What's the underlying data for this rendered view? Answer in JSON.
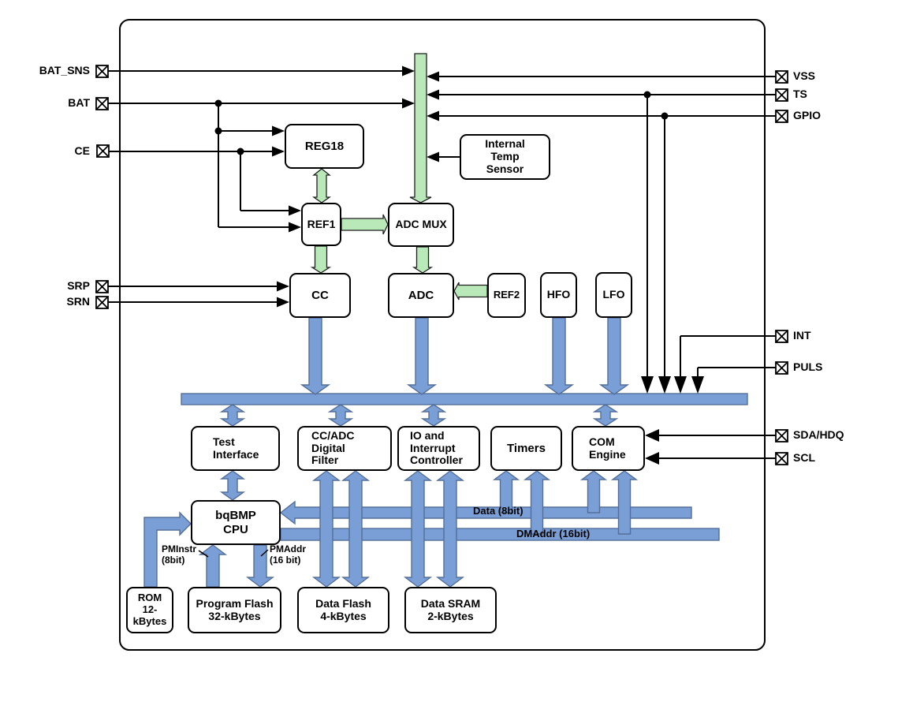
{
  "pins": {
    "left": [
      "BAT_SNS",
      "BAT",
      "CE",
      "SRP",
      "SRN"
    ],
    "right": [
      "VSS",
      "TS",
      "GPIO",
      "INT",
      "PULS",
      "SDA/HDQ",
      "SCL"
    ]
  },
  "blocks": {
    "reg18": "REG18",
    "ref1": "REF1",
    "adc_mux": "ADC MUX",
    "temp_sensor": "Internal\nTemp\nSensor",
    "cc": "CC",
    "adc": "ADC",
    "ref2": "REF2",
    "hfo": "HFO",
    "lfo": "LFO",
    "test_interface": "Test\nInterface",
    "cc_adc_filter": "CC/ADC\nDigital\nFilter",
    "io_interrupt": "IO and\nInterrupt\nController",
    "timers": "Timers",
    "com_engine": "COM\nEngine",
    "cpu": "bqBMP\nCPU",
    "rom": "ROM\n12-\nkBytes",
    "program_flash": "Program Flash\n32-kBytes",
    "data_flash": "Data Flash\n4-kBytes",
    "data_sram": "Data SRAM\n2-kBytes"
  },
  "bus_labels": {
    "data": "Data (8bit)",
    "dmaddr": "DMAddr (16bit)",
    "pminstr": "PMInstr\n(8bit)",
    "pmaddr": "PMAddr\n(16 bit)"
  },
  "colors": {
    "bus_blue": "#7a9ed6",
    "bus_blue_outline": "#546f99",
    "green_fill": "#b9e8b9",
    "line_black": "#000000"
  }
}
